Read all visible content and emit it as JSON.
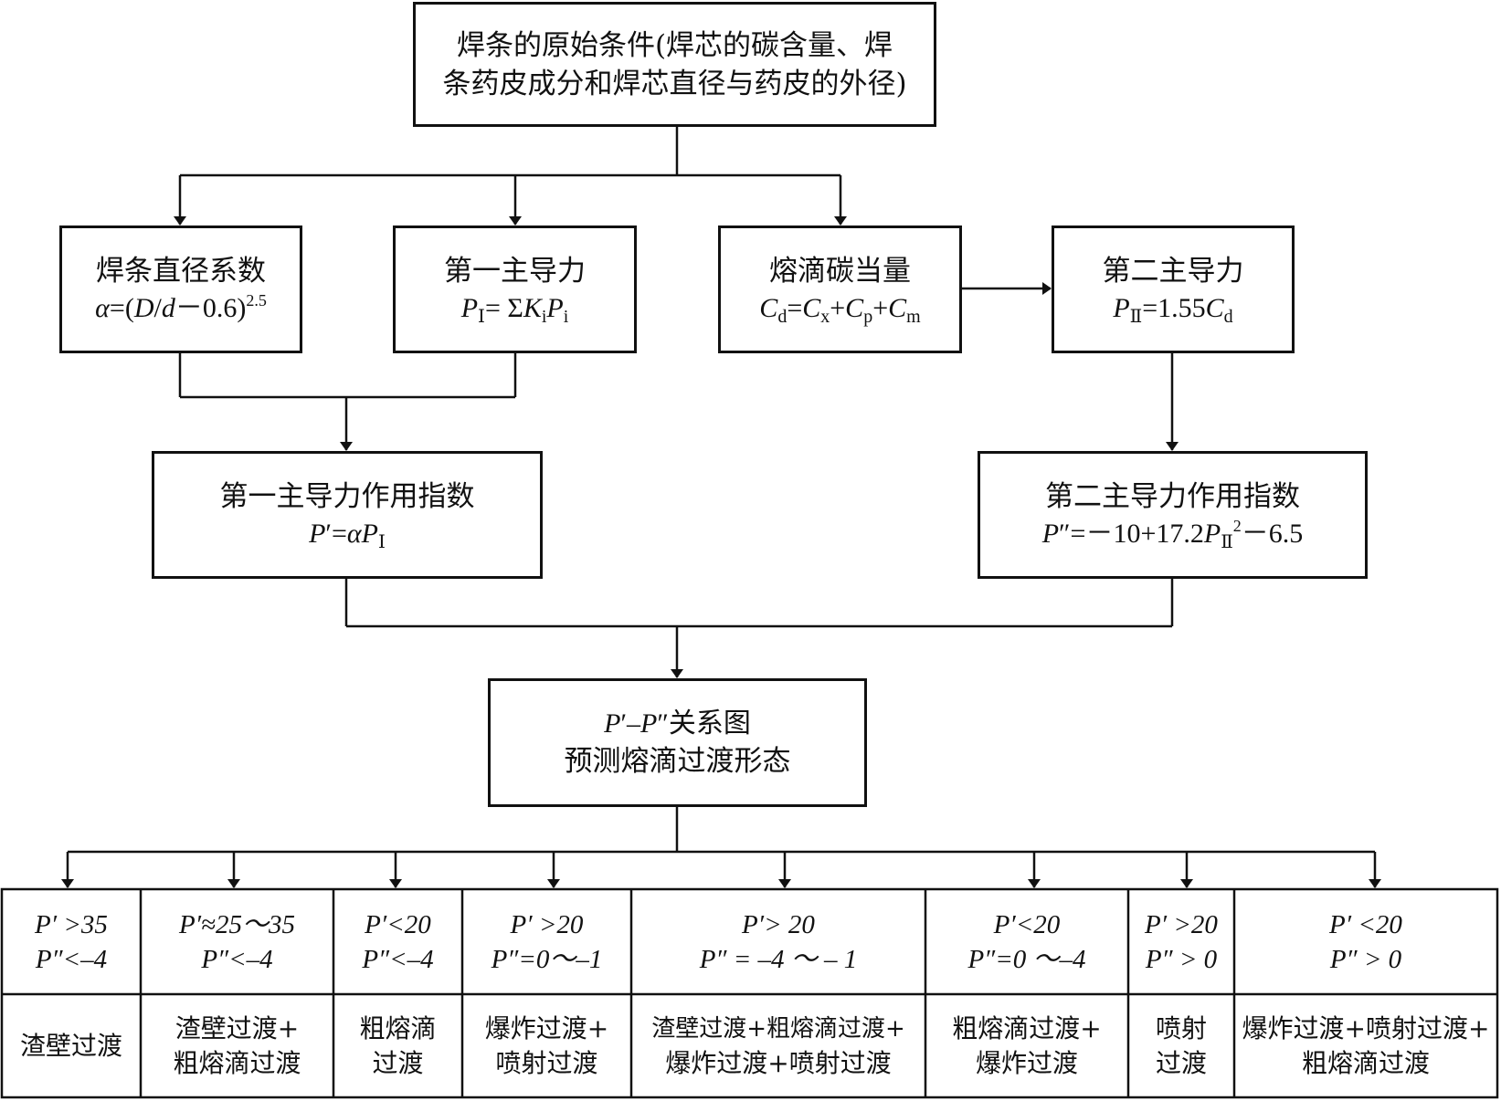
{
  "top": {
    "line1": "焊条的原始条件(焊芯的碳含量、焊",
    "line2": "条药皮成分和焊芯直径与药皮的外径)"
  },
  "b1": {
    "title": "焊条直径系数",
    "formula": "α=(D/d－0.6)2.5"
  },
  "b2": {
    "title": "第一主导力",
    "formula": "PⅠ=ΣKiPi"
  },
  "b3": {
    "title": "熔滴碳当量",
    "formula": "Cd=Cx+Cp+Cm"
  },
  "b4": {
    "title": "第二主导力",
    "formula": "PⅡ=1.55Cd"
  },
  "b5": {
    "title": "第一主导力作用指数",
    "formula": "P′=αPⅠ"
  },
  "b6": {
    "title": "第二主导力作用指数",
    "formula": "P″=－10+17.2PⅡ2－6.5"
  },
  "b7": {
    "line1": "P′–P″关系图",
    "line2": "预测熔滴过渡形态"
  },
  "table": {
    "cells": [
      {
        "c1": "P′ >35",
        "c2": "P″<–4",
        "r1": "渣壁过渡",
        "r2": ""
      },
      {
        "c1": "P′≈25～35",
        "c2": "P″<–4",
        "r1": "渣壁过渡+",
        "r2": "粗熔滴过渡"
      },
      {
        "c1": "P′<20",
        "c2": "P″<–4",
        "r1": "粗熔滴",
        "r2": "过渡"
      },
      {
        "c1": "P′ >20",
        "c2": "P″=0～–1",
        "r1": "爆炸过渡+",
        "r2": "喷射过渡"
      },
      {
        "c1": "P′> 20",
        "c2": "P″ = –4 ～ – 1",
        "r1": "渣壁过渡+粗熔滴过渡+",
        "r2": "爆炸过渡+喷射过渡"
      },
      {
        "c1": "P′<20",
        "c2": "P″=0 ～–4",
        "r1": "粗熔滴过渡+",
        "r2": "爆炸过渡"
      },
      {
        "c1": "P′ >20",
        "c2": "P″ > 0",
        "r1": "喷射",
        "r2": "过渡"
      },
      {
        "c1": "P′ <20",
        "c2": "P″ > 0",
        "r1": "爆炸过渡+喷射过渡+",
        "r2": "粗熔滴过渡"
      }
    ]
  }
}
